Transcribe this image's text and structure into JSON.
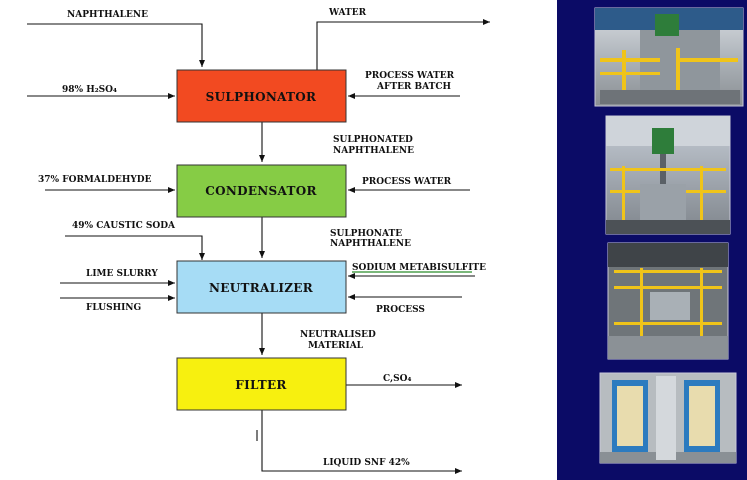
{
  "boxes": {
    "sulphonator": {
      "label": "SULPHONATOR",
      "color": "#f24a21"
    },
    "condensator": {
      "label": "CONDENSATOR",
      "color": "#86cc45"
    },
    "neutralizer": {
      "label": "NEUTRALIZER",
      "color": "#a6dcf5"
    },
    "filter": {
      "label": "FILTER",
      "color": "#f7f00f"
    }
  },
  "labels": {
    "naphthalene": "NAPHTHALENE",
    "water": "WATER",
    "h2so4": "98% H₂SO₄",
    "process_water_after_batch_1": "PROCESS WATER",
    "process_water_after_batch_2": "AFTER BATCH",
    "sulphonated_naphthalene_1": "SULPHONATED",
    "sulphonated_naphthalene_2": "NAPHTHALENE",
    "formaldehyde": "37% FORMALDEHYDE",
    "process_water": "PROCESS WATER",
    "caustic_soda": "49% CAUSTIC SODA",
    "sulphonate_naphthalene_1": "SULPHONATE",
    "sulphonate_naphthalene_2": "NAPHTHALENE",
    "lime_slurry": "LIME SLURRY",
    "sodium_metabisulfite": "SODIUM METABISULFITE",
    "flushing": "FLUSHING",
    "process": "PROCESS",
    "neutralised_material_1": "NEUTRALISED",
    "neutralised_material_2": "MATERIAL",
    "caso4": "C,SO₄",
    "liquid_snf": "LIQUID SNF 42%"
  },
  "panel": {
    "background": "#0b0b66"
  }
}
